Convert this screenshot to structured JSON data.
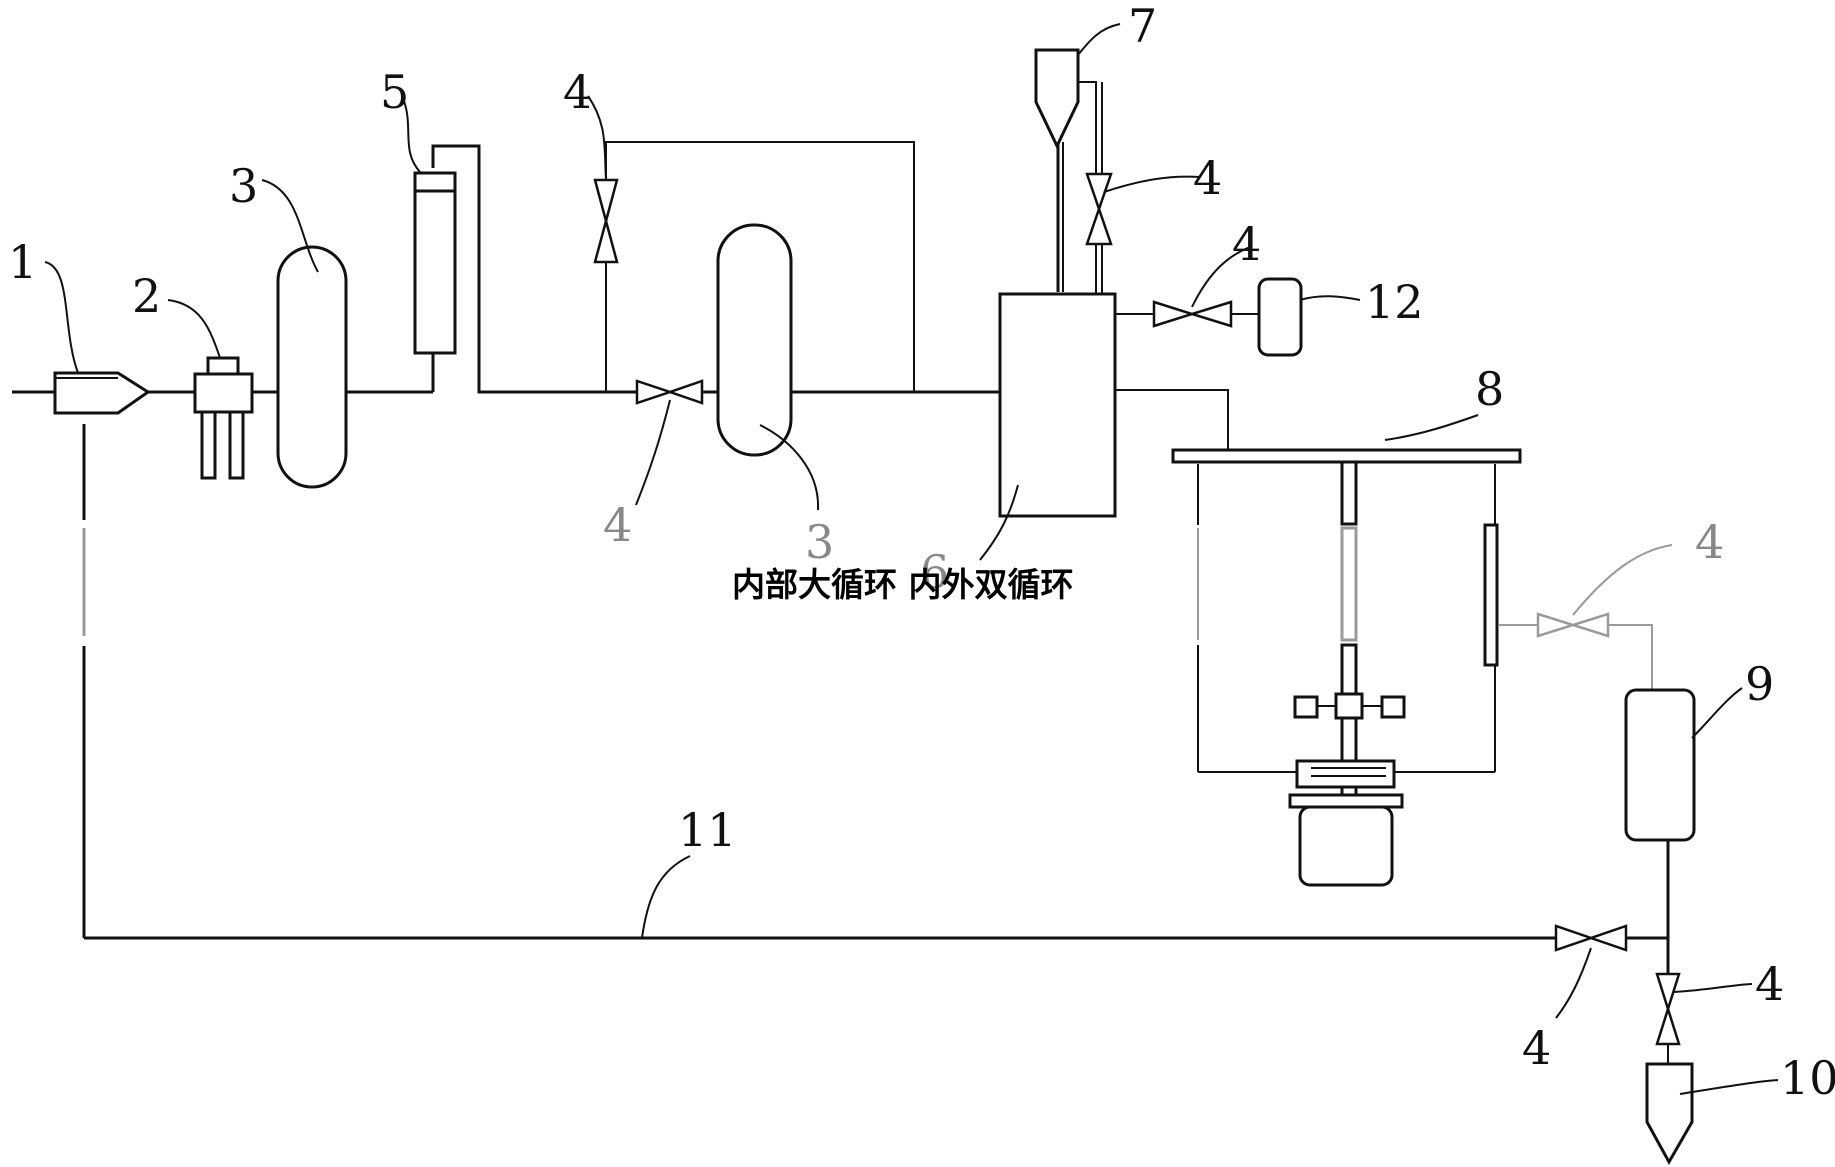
{
  "diagram": {
    "labels": {
      "l1": "1",
      "l2": "2",
      "l3a": "3",
      "l3b": "3",
      "l4_top": "4",
      "l4_mid": "4",
      "l4_feed": "4",
      "l4_side": "4",
      "l4_right": "4",
      "l4_bottom_left": "4",
      "l4_bottom_right": "4",
      "l5": "5",
      "l6": "6",
      "l7": "7",
      "l8": "8",
      "l9": "9",
      "l10": "10",
      "l11": "11",
      "l12": "12"
    },
    "caption": "内部大循环 内外双循环"
  }
}
